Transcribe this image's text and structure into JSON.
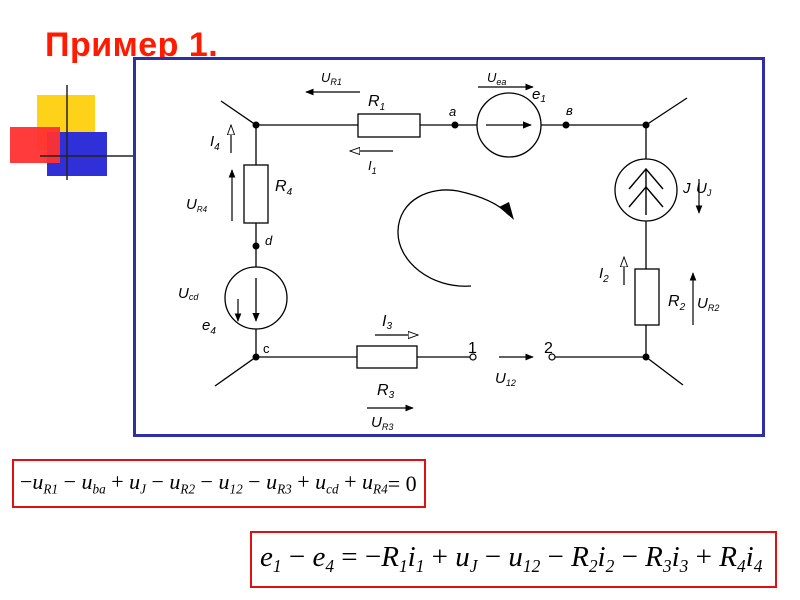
{
  "title": "Пример 1.",
  "circuit": {
    "labels": {
      "u_r1": "U",
      "u_r1_sub": "R1",
      "r1": "R",
      "r1_sub": "1",
      "i1": "I",
      "i1_sub": "1",
      "node_a": "a",
      "u_ea": "U",
      "u_ea_sub": "ea",
      "e1": "e",
      "e1_sub": "1",
      "node_v": "в",
      "i4": "I",
      "i4_sub": "4",
      "u_r4": "U",
      "u_r4_sub": "R4",
      "r4": "R",
      "r4_sub": "4",
      "node_d": "d",
      "u_cd": "U",
      "u_cd_sub": "cd",
      "e4": "e",
      "e4_sub": "4",
      "node_c": "c",
      "i3": "I",
      "i3_sub": "3",
      "terminal_1": "1",
      "terminal_2": "2",
      "u12": "U",
      "u12_sub": "12",
      "r3": "R",
      "r3_sub": "3",
      "u_r3": "U",
      "u_r3_sub": "R3",
      "j": "J",
      "u_j": "U",
      "u_j_sub": "J",
      "i2": "I",
      "i2_sub": "2",
      "r2": "R",
      "r2_sub": "2",
      "u_r2": "U",
      "u_r2_sub": "R2"
    }
  },
  "equations": {
    "kvl": [
      {
        "op": "−",
        "v": "u",
        "s": "R1"
      },
      {
        "op": " − ",
        "v": "u",
        "s": "ba"
      },
      {
        "op": " + ",
        "v": "u",
        "s": "J"
      },
      {
        "op": " − ",
        "v": "u",
        "s": "R2"
      },
      {
        "op": " − ",
        "v": "u",
        "s": "12"
      },
      {
        "op": " − ",
        "v": "u",
        "s": "R3"
      },
      {
        "op": " + ",
        "v": "u",
        "s": "cd"
      },
      {
        "op": " + ",
        "v": "u",
        "s": "R4"
      }
    ],
    "kvl_rhs": " = 0",
    "emf": [
      {
        "op": "",
        "v": "e",
        "s": "1"
      },
      {
        "op": " − ",
        "v": "e",
        "s": "4"
      },
      {
        "op": " = −",
        "v": "R",
        "s": "1"
      },
      {
        "op": "",
        "v": "i",
        "s": "1"
      },
      {
        "op": " + ",
        "v": "u",
        "s": "J"
      },
      {
        "op": " − ",
        "v": "u",
        "s": "12"
      },
      {
        "op": " − ",
        "v": "R",
        "s": "2"
      },
      {
        "op": "",
        "v": "i",
        "s": "2"
      },
      {
        "op": " − ",
        "v": "R",
        "s": "3"
      },
      {
        "op": "",
        "v": "i",
        "s": "3"
      },
      {
        "op": " + ",
        "v": "R",
        "s": "4"
      },
      {
        "op": "",
        "v": "i",
        "s": "4"
      }
    ]
  },
  "colors": {
    "title": "#ff1a00",
    "frame": "#2e2ea6",
    "equation_border": "#e01010",
    "deco_yellow": "#ffd21a",
    "deco_red": "#ff2b2b",
    "deco_blue": "#2b2bd9"
  }
}
